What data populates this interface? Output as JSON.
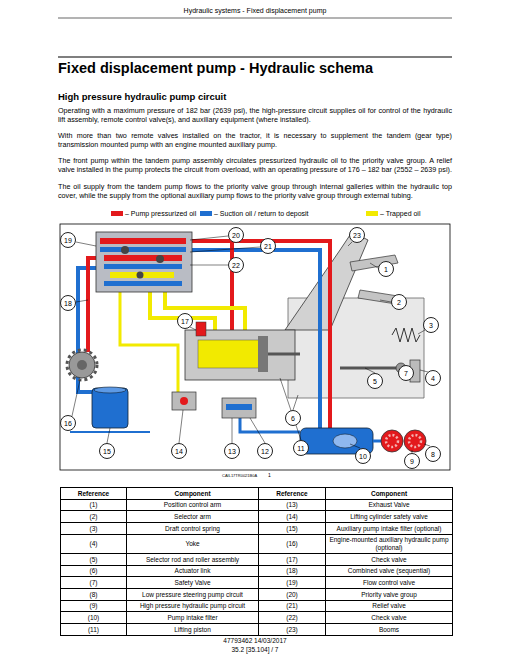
{
  "diagram": {
    "title": "Fixed displacement pump - Hydraulic schema",
    "nodes": [
      {
        "text": [
          "1"
        ]
      },
      {
        "text": [
          "2"
        ]
      },
      {
        "text": [
          "3"
        ]
      },
      {
        "text": [
          "4"
        ]
      },
      {
        "text": [
          "5"
        ]
      },
      {
        "text": [
          "6"
        ]
      },
      {
        "text": [
          "7"
        ]
      },
      {
        "text": [
          "8"
        ]
      },
      {
        "text": [
          "9"
        ]
      },
      {
        "text": [
          "10"
        ]
      },
      {
        "text": [
          "11"
        ]
      },
      {
        "text": [
          "12"
        ]
      },
      {
        "text": [
          "13"
        ]
      },
      {
        "text": [
          "14"
        ]
      },
      {
        "text": [
          "15"
        ]
      },
      {
        "text": [
          "16"
        ]
      },
      {
        "text": [
          "17"
        ]
      },
      {
        "text": [
          "18"
        ]
      },
      {
        "text": [
          "19"
        ]
      },
      {
        "text": [
          "20"
        ]
      },
      {
        "text": [
          "21"
        ]
      },
      {
        "text": [
          "22"
        ]
      },
      {
        "text": [
          "23"
        ]
      }
    ],
    "labels": [
      "Hydraulic systems - Fixed displacement pump",
      "High pressure hydraulic pump circuit",
      "Operating with a maximum pressure of 182 bar (2639 psi), the high-pressure circuit supplies oil for control of the hydraulic lift assembly, remote control valve(s), and auxiliary equipment (where installed).",
      "With more than two remote valves installed on the tractor, it is necessary to supplement the tandem (gear type) transmission mounted pump with an engine mounted auxiliary pump.",
      "The front pump within the tandem pump assembly circulates pressurized hydraulic oil to the priority valve group. A relief valve installed in the pump protects the circuit from overload, with an operating pressure of 176 – 182 bar (2552 – 2639 psi).",
      "The oil supply from the tandem pump flows to the priority valve group through internal galleries within the hydraulic top cover, while the supply from the optional auxiliary pump flows to the priority valve group through external tubing.",
      "CAIL17TR0021B0A",
      "1",
      "Reference",
      "Component",
      "Reference",
      "Component",
      "(1)",
      "Position control arm",
      "(13)",
      "Exhaust Valve",
      "(2)",
      "Selector arm",
      "(14)",
      "Lifting cylinder safety valve",
      "(3)",
      "Draft control spring",
      "(15)",
      "Auxiliary pump intake filter (optional)",
      "(4)",
      "Yoke",
      "(16)",
      "Engine-mounted auxiliary hydraulic pump (optional)",
      "(5)",
      "Selector rod and roller assembly",
      "(17)",
      "Check valve",
      "(6)",
      "Actuator link",
      "(18)",
      "Combined valve (sequential)",
      "(7)",
      "Safety Valve",
      "(19)",
      "Flow control valve",
      "(8)",
      "Low pressure steering pump circuit",
      "(20)",
      "Priority valve group",
      "(9)",
      "High pressure hydraulic pump circuit",
      "(21)",
      "Relief valve",
      "(10)",
      "Pump intake filter",
      "(22)",
      "Check valve",
      "(11)",
      "Lifting piston",
      "(23)",
      "Booms",
      "47793462 14/03/2017",
      "35.2 [35.104] / 7"
    ],
    "legend": [
      {
        "text": "– Pump pressurized oil",
        "color": "#e3191c"
      },
      {
        "text": "– Suction oil / return to deposit",
        "color": "#1f6fd0"
      },
      {
        "text": "– Trapped oil",
        "color": "#f2ea00"
      }
    ]
  }
}
